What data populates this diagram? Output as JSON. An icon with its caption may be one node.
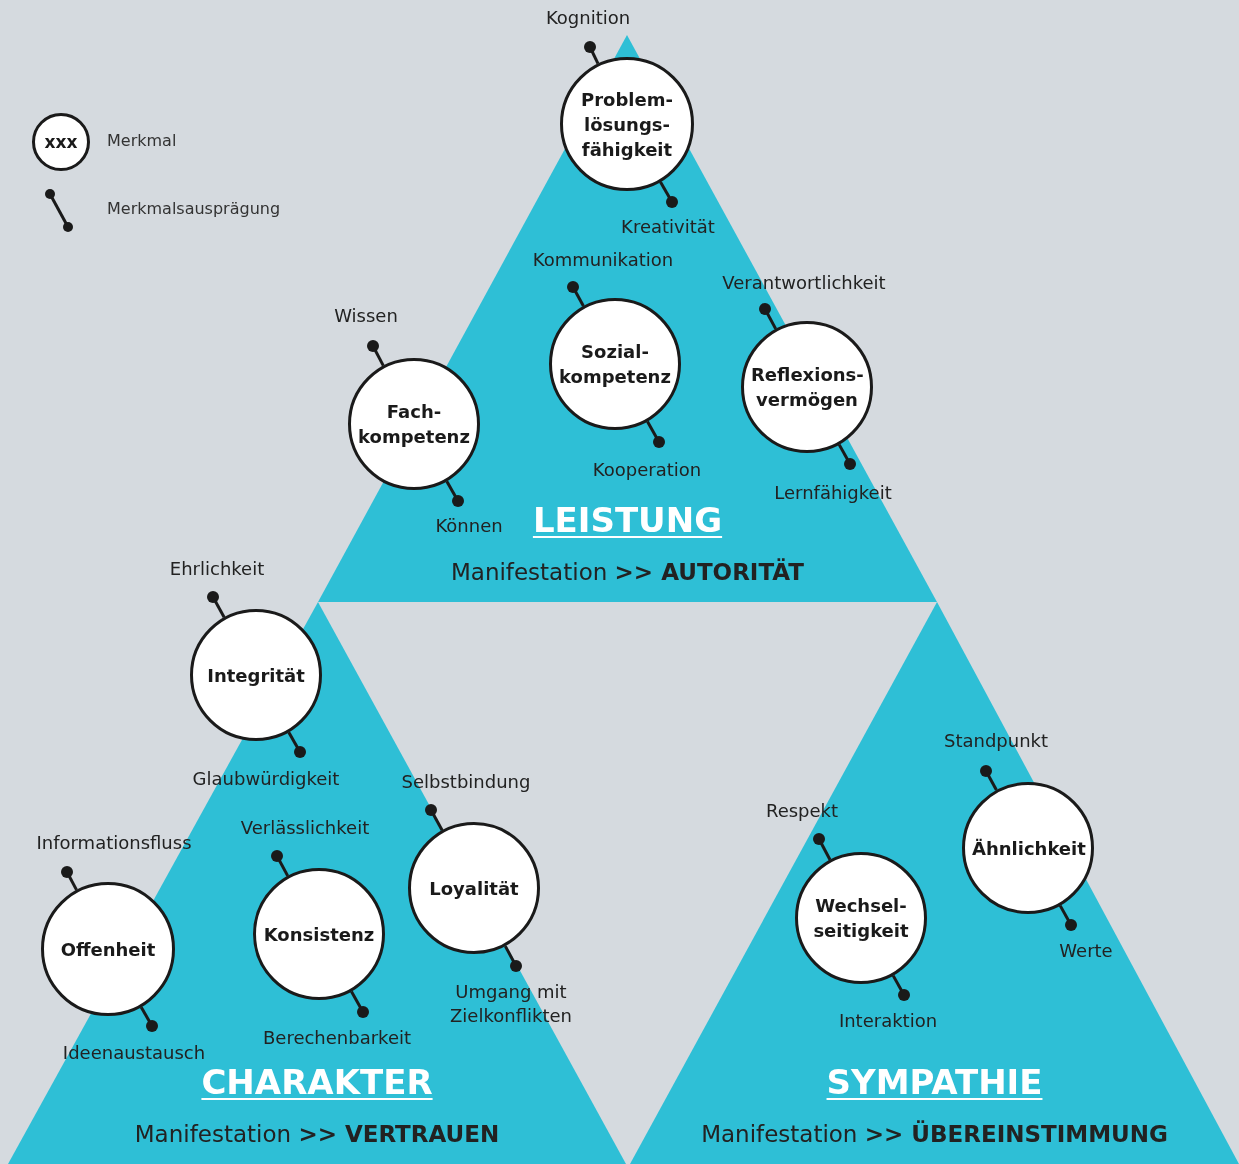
{
  "diagram": {
    "nodes": [
      {
        "text": [
          "LEISTUNG",
          "Manifestation **>> AUTORITÄT**"
        ]
      },
      {
        "text": [
          "CHARAKTER",
          "Manifestation **>> VERTRAUEN**"
        ]
      },
      {
        "text": [
          "SYMPATHIE",
          "Manifestation **>> ÜBEREINSTIMMUNG**"
        ]
      },
      {
        "text": [
          "Problem- lösungs- fähigkeit"
        ],
        "in": 0
      },
      {
        "text": [
          "Fach- kompetenz"
        ],
        "in": 0
      },
      {
        "text": [
          "Sozial- kompetenz"
        ],
        "in": 0
      },
      {
        "text": [
          "Reflexions- vermögen"
        ],
        "in": 0
      },
      {
        "text": [
          "Integrität"
        ],
        "in": 1
      },
      {
        "text": [
          "Offenheit"
        ],
        "in": 1
      },
      {
        "text": [
          "Konsistenz"
        ],
        "in": 1
      },
      {
        "text": [
          "Loyalität"
        ],
        "in": 1
      },
      {
        "text": [
          "Wechsel- seitigkeit"
        ],
        "in": 2
      },
      {
        "text": [
          "Ähnlichkeit"
        ],
        "in": 2
      },
      {
        "text": [
          "Kognition"
        ]
      },
      {
        "text": [
          "Kreativität"
        ],
        "in": 0
      },
      {
        "text": [
          "Wissen"
        ],
        "in": 0
      },
      {
        "text": [
          "Können"
        ],
        "in": 0
      },
      {
        "text": [
          "Kommunikation"
        ],
        "in": 0
      },
      {
        "text": [
          "Kooperation"
        ],
        "in": 0
      },
      {
        "text": [
          "Verantwortlichkeit"
        ],
        "in": 0
      },
      {
        "text": [
          "Lernfähigkeit"
        ],
        "in": 0
      },
      {
        "text": [
          "Ehrlichkeit"
        ]
      },
      {
        "text": [
          "Glaubwürdigkeit"
        ],
        "in": 1
      },
      {
        "text": [
          "Selbstbindung"
        ],
        "in": 1
      },
      {
        "text": [
          "Umgang mit Zielkonflikten"
        ],
        "in": 1
      },
      {
        "text": [
          "Verlässlichkeit"
        ],
        "in": 1
      },
      {
        "text": [
          "Berechenbarkeit"
        ],
        "in": 1
      },
      {
        "text": [
          "Informationsfluss"
        ],
        "in": 1
      },
      {
        "text": [
          "Ideenaustausch"
        ],
        "in": 1
      },
      {
        "text": [
          "Respekt"
        ],
        "in": 2
      },
      {
        "text": [
          "Interaktion"
        ],
        "in": 2
      },
      {
        "text": [
          "Standpunkt"
        ],
        "in": 2
      },
      {
        "text": [
          "Werte"
        ],
        "in": 2
      }
    ],
    "edges": [
      {
        "from": 3,
        "to": 13,
        "arrow": "other"
      },
      {
        "from": 3,
        "to": 14,
        "arrow": "other"
      },
      {
        "from": 4,
        "to": 15,
        "arrow": "other"
      },
      {
        "from": 4,
        "to": 16,
        "arrow": "other"
      },
      {
        "from": 5,
        "to": 17,
        "arrow": "other"
      },
      {
        "from": 5,
        "to": 18,
        "arrow": "other"
      },
      {
        "from": 6,
        "to": 19,
        "arrow": "other"
      },
      {
        "from": 6,
        "to": 20,
        "arrow": "other"
      },
      {
        "from": 7,
        "to": 21,
        "arrow": "other"
      },
      {
        "from": 7,
        "to": 22,
        "arrow": "other"
      },
      {
        "from": 10,
        "to": 23,
        "arrow": "other"
      },
      {
        "from": 10,
        "to": 24,
        "arrow": "other"
      },
      {
        "from": 9,
        "to": 25,
        "arrow": "other"
      },
      {
        "from": 9,
        "to": 26,
        "arrow": "other"
      },
      {
        "from": 8,
        "to": 27,
        "arrow": "other"
      },
      {
        "from": 8,
        "to": 28,
        "arrow": "other"
      },
      {
        "from": 11,
        "to": 29,
        "arrow": "other"
      },
      {
        "from": 11,
        "to": 30,
        "arrow": "other"
      },
      {
        "from": 12,
        "to": 31,
        "arrow": "other"
      },
      {
        "from": 12,
        "to": 32,
        "arrow": "other"
      }
    ],
    "labels": [
      "xxx"
    ],
    "legend": [
      {
        "text": "Merkmal"
      },
      {
        "text": "Merkmalsausprägung"
      }
    ]
  }
}
